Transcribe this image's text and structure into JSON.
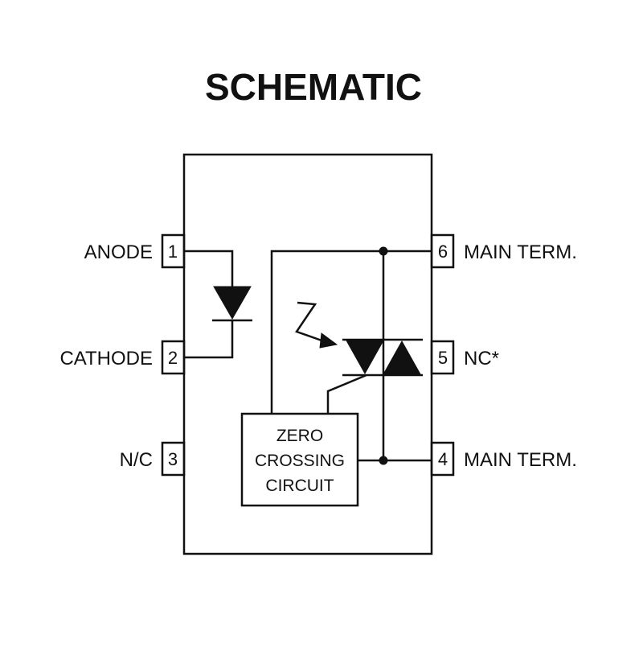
{
  "title": "SCHEMATIC",
  "pins": {
    "p1": {
      "number": "1",
      "label": "ANODE"
    },
    "p2": {
      "number": "2",
      "label": "CATHODE"
    },
    "p3": {
      "number": "3",
      "label": "N/C"
    },
    "p4": {
      "number": "4",
      "label": "MAIN TERM."
    },
    "p5": {
      "number": "5",
      "label": "NC*"
    },
    "p6": {
      "number": "6",
      "label": "MAIN TERM."
    }
  },
  "zero_crossing": {
    "line1": "ZERO",
    "line2": "CROSSING",
    "line3": "CIRCUIT"
  },
  "icons": {
    "led": "led-diode-icon",
    "light": "light-arrow-icon",
    "triac": "triac-icon"
  }
}
